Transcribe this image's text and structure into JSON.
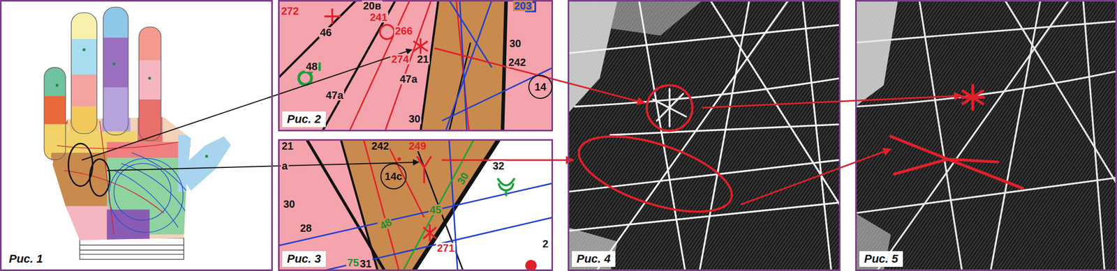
{
  "diagram": {
    "nodes": [
      {
        "text": [
          "Рис. 1"
        ]
      },
      {
        "text": [
          "Рис. 2"
        ]
      },
      {
        "text": [
          "Рис. 3"
        ]
      },
      {
        "text": [
          "Рис. 4"
        ]
      },
      {
        "text": [
          "Рис. 5"
        ]
      },
      {
        "text": [
          "14"
        ],
        "in": 1
      },
      {
        "text": [
          "14с"
        ],
        "in": 2
      }
    ],
    "edges": [
      {
        "from": 0,
        "to": 1,
        "arrow": "to"
      },
      {
        "from": 0,
        "to": 2,
        "arrow": "to"
      },
      {
        "from": 1,
        "to": 3,
        "arrow": "to"
      },
      {
        "from": 2,
        "to": 3,
        "arrow": "to"
      },
      {
        "from": 3,
        "to": 4,
        "arrow": "to"
      },
      {
        "from": 3,
        "to": 4,
        "arrow": "to"
      }
    ],
    "labels": [
      "272",
      "46",
      "20в",
      "241",
      "266",
      "203",
      "48",
      "274",
      "21",
      "30",
      "242",
      "47а",
      "47а",
      "30",
      "21",
      "а",
      "242",
      "249",
      "30",
      "28",
      "32",
      "30",
      "45",
      "48",
      "75",
      "271",
      "31",
      "2"
    ]
  }
}
